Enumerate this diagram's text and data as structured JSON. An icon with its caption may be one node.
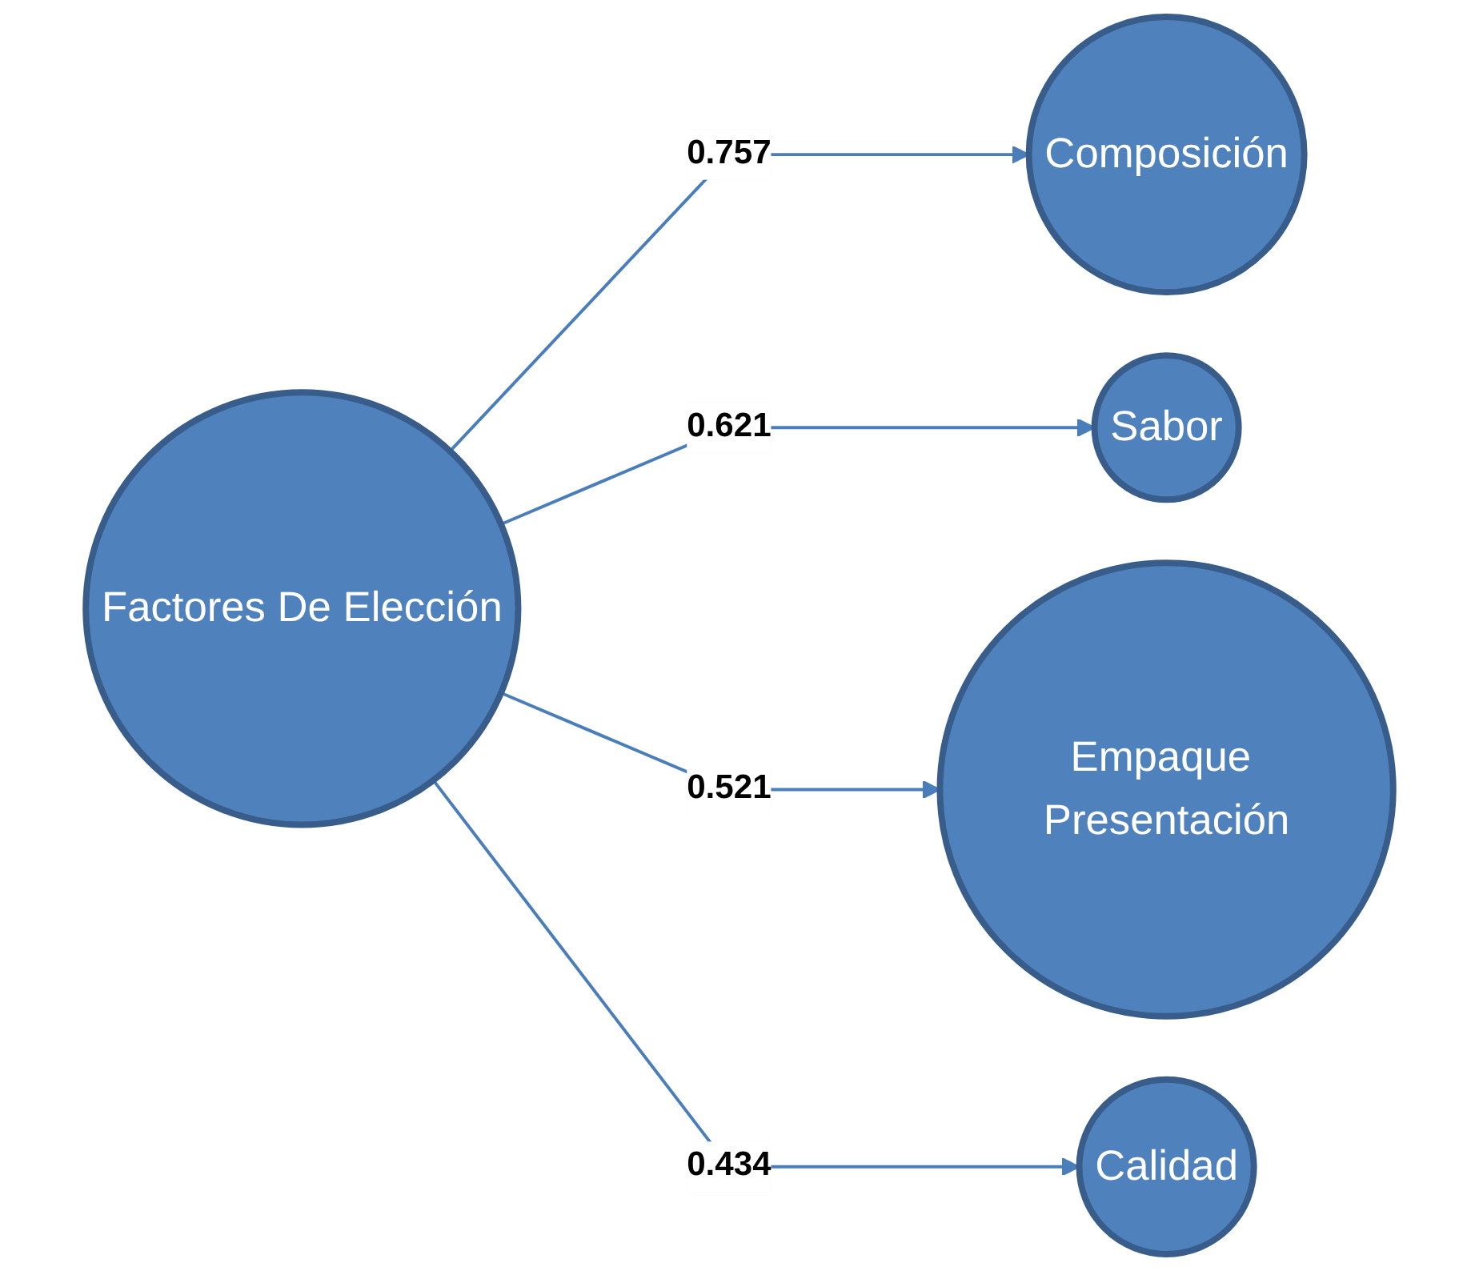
{
  "diagram": {
    "nodes": [
      {
        "text": [
          "Factores De Elección"
        ]
      },
      {
        "text": [
          "Composición"
        ]
      },
      {
        "text": [
          "Sabor"
        ]
      },
      {
        "text": [
          "Empaque Presentación"
        ]
      },
      {
        "text": [
          "Calidad"
        ]
      }
    ],
    "edges": [
      {
        "from": 0,
        "to": 1,
        "arrow": "to",
        "label": "0.757"
      },
      {
        "from": 0,
        "to": 2,
        "arrow": "to",
        "label": "0.621"
      },
      {
        "from": 0,
        "to": 3,
        "arrow": "to",
        "label": "0.521"
      },
      {
        "from": 0,
        "to": 4,
        "arrow": "to",
        "label": "0.434"
      }
    ]
  }
}
